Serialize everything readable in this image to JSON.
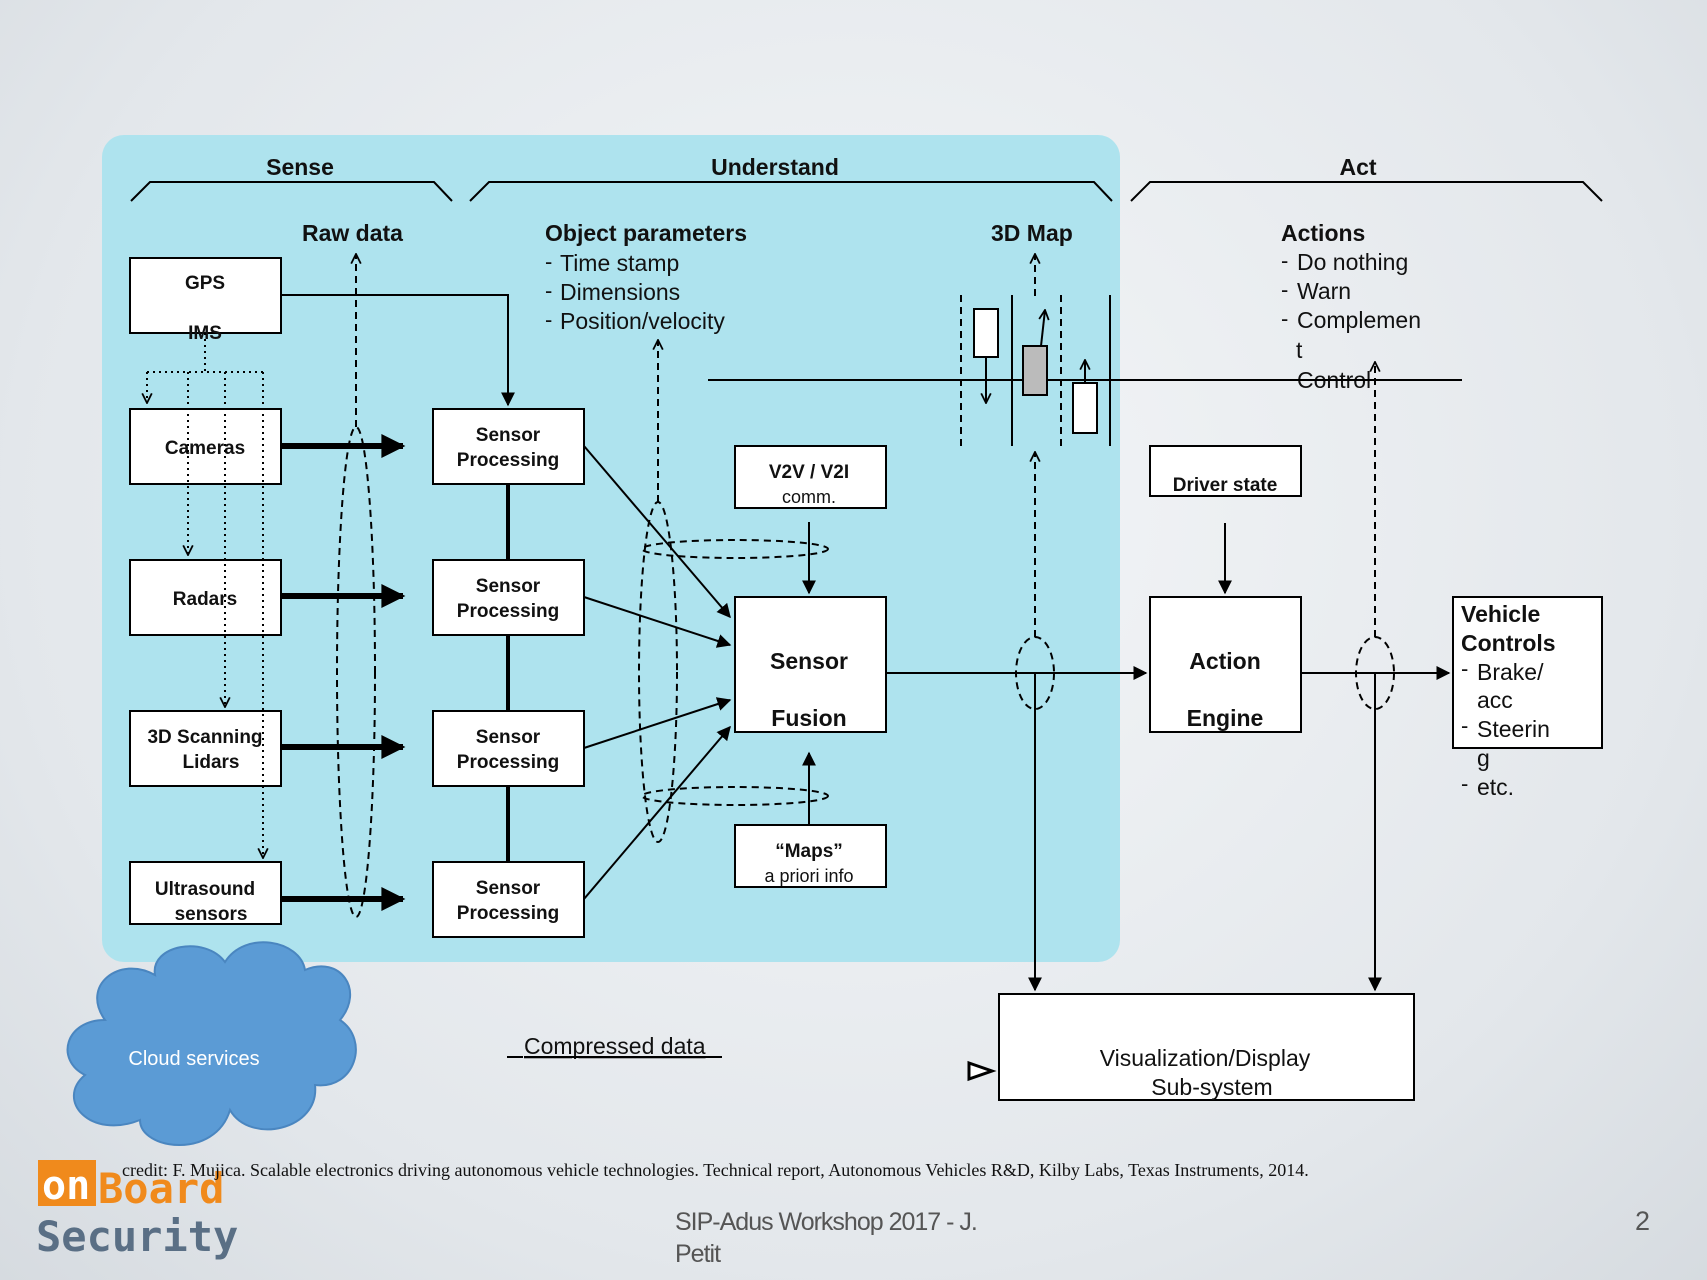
{
  "phases": {
    "sense": "Sense",
    "understand": "Understand",
    "act": "Act"
  },
  "raw_data": "Raw data",
  "object_parameters": {
    "title": "Object parameters",
    "items": [
      "Time stamp",
      "Dimensions",
      "Position/velocity"
    ]
  },
  "map3d": "3D Map",
  "actions": {
    "title": "Actions",
    "items": [
      "Do nothing",
      "Warn",
      "Complemen",
      "t",
      "Control"
    ]
  },
  "sensors": {
    "gps": "GPS",
    "ims": "IMS",
    "cameras": "Cameras",
    "radars": "Radars",
    "lidars": [
      "3D Scanning",
      "Lidars"
    ],
    "ultrasound": [
      "Ultrasound",
      "sensors"
    ]
  },
  "sensor_processing": [
    "Sensor",
    "Processing"
  ],
  "v2v": {
    "title": "V2V / V2I",
    "sub": "comm."
  },
  "fusion": [
    "Sensor",
    "Fusion"
  ],
  "maps": {
    "title": "“Maps”",
    "sub": "a priori info"
  },
  "driver_state": "Driver state",
  "action_engine": [
    "Action",
    "Engine"
  ],
  "vehicle_controls": {
    "title": [
      "Vehicle",
      "Controls"
    ],
    "items": [
      "Brake/",
      "acc",
      "Steerin",
      "g",
      "etc."
    ]
  },
  "visualization": [
    "Visualization/Display",
    "Sub-system"
  ],
  "compressed_data": "Compressed data",
  "cloud_services": "Cloud services",
  "credit": "credit: F. Mujica. Scalable electronics driving autonomous vehicle technologies. Technical report, Autonomous Vehicles R&D, Kilby Labs, Texas Instruments,  2014.",
  "logo": {
    "part1": "on",
    "part2": "Board",
    "part3": "Security"
  },
  "footer": {
    "left": "SIP-Adus Workshop 2017 - J. Petit",
    "page": "2"
  },
  "colors": {
    "panel": "#aee3ee",
    "cloud": "#5b9bd5",
    "logo_orange": "#f08a1c",
    "logo_blue": "#5a6f85"
  }
}
